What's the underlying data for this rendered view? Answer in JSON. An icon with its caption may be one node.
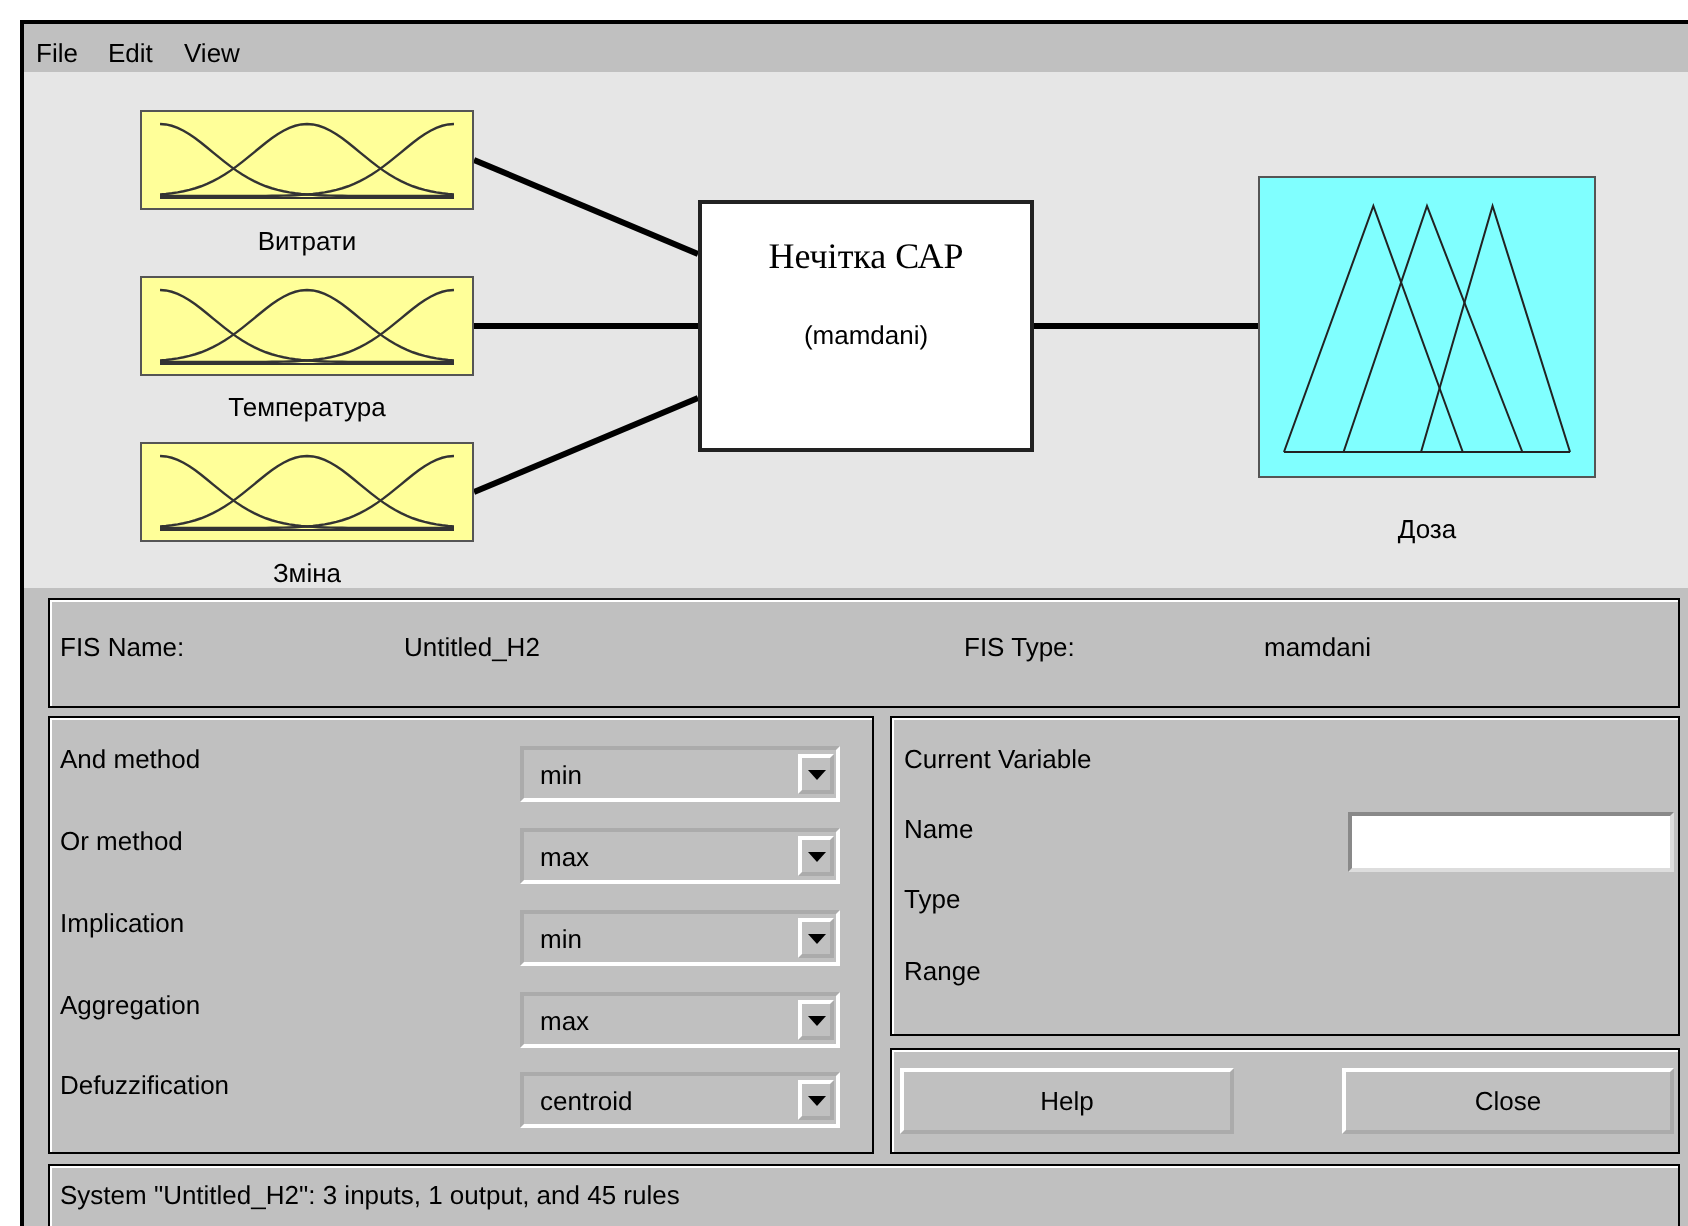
{
  "diagram": {
    "nodes": [
      {
        "text": [
          "Витрати"
        ]
      },
      {
        "text": [
          "Температура"
        ]
      },
      {
        "text": [
          "Зміна"
        ]
      },
      {
        "text": [
          "Нечітка САР",
          "(mamdani)"
        ]
      },
      {
        "text": [
          "Доза"
        ]
      }
    ],
    "edges": [
      {
        "from": 0,
        "to": 3,
        "arrow": "none"
      },
      {
        "from": 1,
        "to": 3,
        "arrow": "none"
      },
      {
        "from": 2,
        "to": 3,
        "arrow": "none"
      },
      {
        "from": 3,
        "to": 4,
        "arrow": "none"
      }
    ],
    "labels": [
      "File",
      "Edit",
      "View",
      "FIS Name:",
      "Untitled_H2",
      "FIS Type:",
      "mamdani",
      "And method",
      "min",
      "Or method",
      "max",
      "Implication",
      "min",
      "Aggregation",
      "max",
      "Defuzzification",
      "centroid",
      "Current Variable",
      "Name",
      "Type",
      "Range",
      "Help",
      "Close",
      "System \"Untitled_H2\": 3 inputs, 1 output, and 45 rules"
    ]
  }
}
